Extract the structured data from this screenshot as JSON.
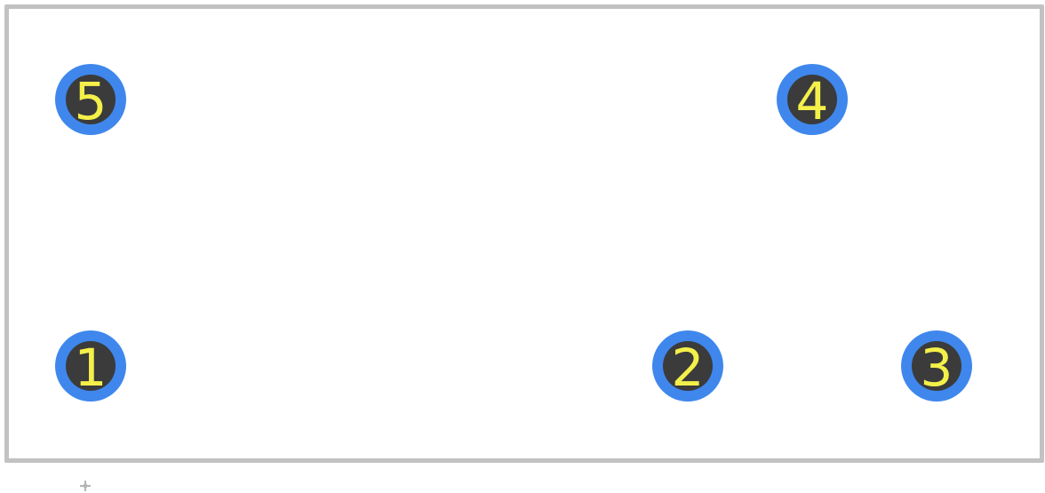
{
  "pins": [
    {
      "id": "pin-5",
      "label": "5"
    },
    {
      "id": "pin-4",
      "label": "4"
    },
    {
      "id": "pin-1",
      "label": "1"
    },
    {
      "id": "pin-2",
      "label": "2"
    },
    {
      "id": "pin-3",
      "label": "3"
    }
  ],
  "colors": {
    "outline": "#c2c2c2",
    "pad_ring": "#3f87ec",
    "drill_hole": "#3b3b3b",
    "pin_text": "#f4f04a",
    "origin_marker": "#b5b5b5"
  }
}
